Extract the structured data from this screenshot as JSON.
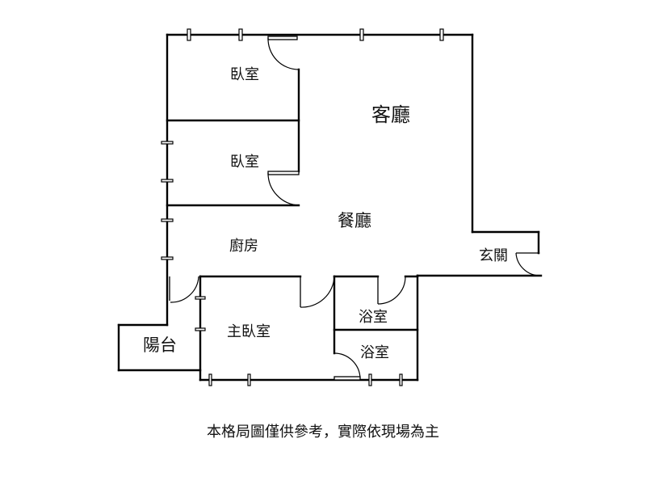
{
  "plan": {
    "rooms": {
      "living_room": "客廳",
      "bedroom_1": "臥室",
      "bedroom_2": "臥室",
      "dining_room": "餐廳",
      "kitchen": "廚房",
      "entrance": "玄關",
      "master_bedroom": "主臥室",
      "bathroom_1": "浴室",
      "bathroom_2": "浴室",
      "balcony": "陽台"
    },
    "disclaimer": "本格局圖僅供參考，實際依現場為主",
    "line_color": "#000000",
    "background_color": "#ffffff"
  }
}
